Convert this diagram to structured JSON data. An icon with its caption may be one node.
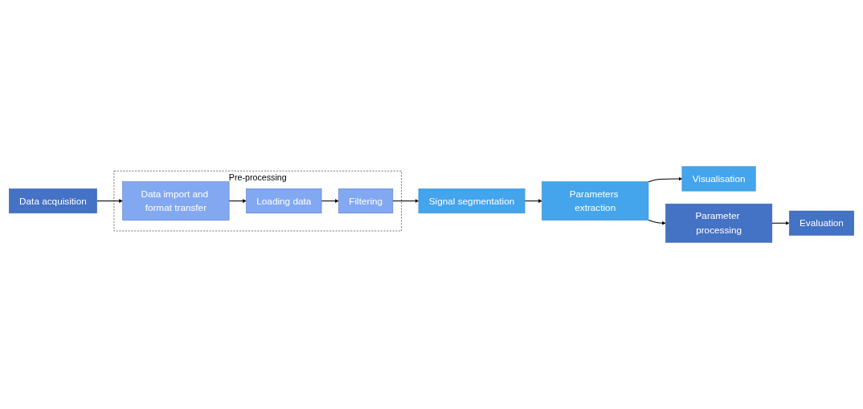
{
  "diagram": {
    "nodes": [
      {
        "text": [
          "Data acquisition"
        ]
      },
      {
        "text": [
          "Pre-processing"
        ]
      },
      {
        "text": [
          "Data import and format transfer"
        ],
        "in": 1
      },
      {
        "text": [
          "Loading data"
        ],
        "in": 1
      },
      {
        "text": [
          "Filtering"
        ],
        "in": 1
      },
      {
        "text": [
          "Visualisation"
        ]
      },
      {
        "text": [
          "Parameters extraction"
        ]
      },
      {
        "text": [
          "Signal segmentation"
        ]
      },
      {
        "text": [
          "Parameter processing"
        ]
      },
      {
        "text": [
          "Evaluation"
        ]
      }
    ],
    "edges": [
      {
        "from": 0,
        "to": 2,
        "arrow": "to"
      },
      {
        "from": 2,
        "to": 3,
        "arrow": "to"
      },
      {
        "from": 3,
        "to": 4,
        "arrow": "to"
      },
      {
        "from": 4,
        "to": 7,
        "arrow": "to"
      },
      {
        "from": 7,
        "to": 6,
        "arrow": "to"
      },
      {
        "from": 6,
        "to": 5,
        "arrow": "to"
      },
      {
        "from": 6,
        "to": 8,
        "arrow": "to"
      },
      {
        "from": 8,
        "to": 9,
        "arrow": "to"
      }
    ]
  }
}
